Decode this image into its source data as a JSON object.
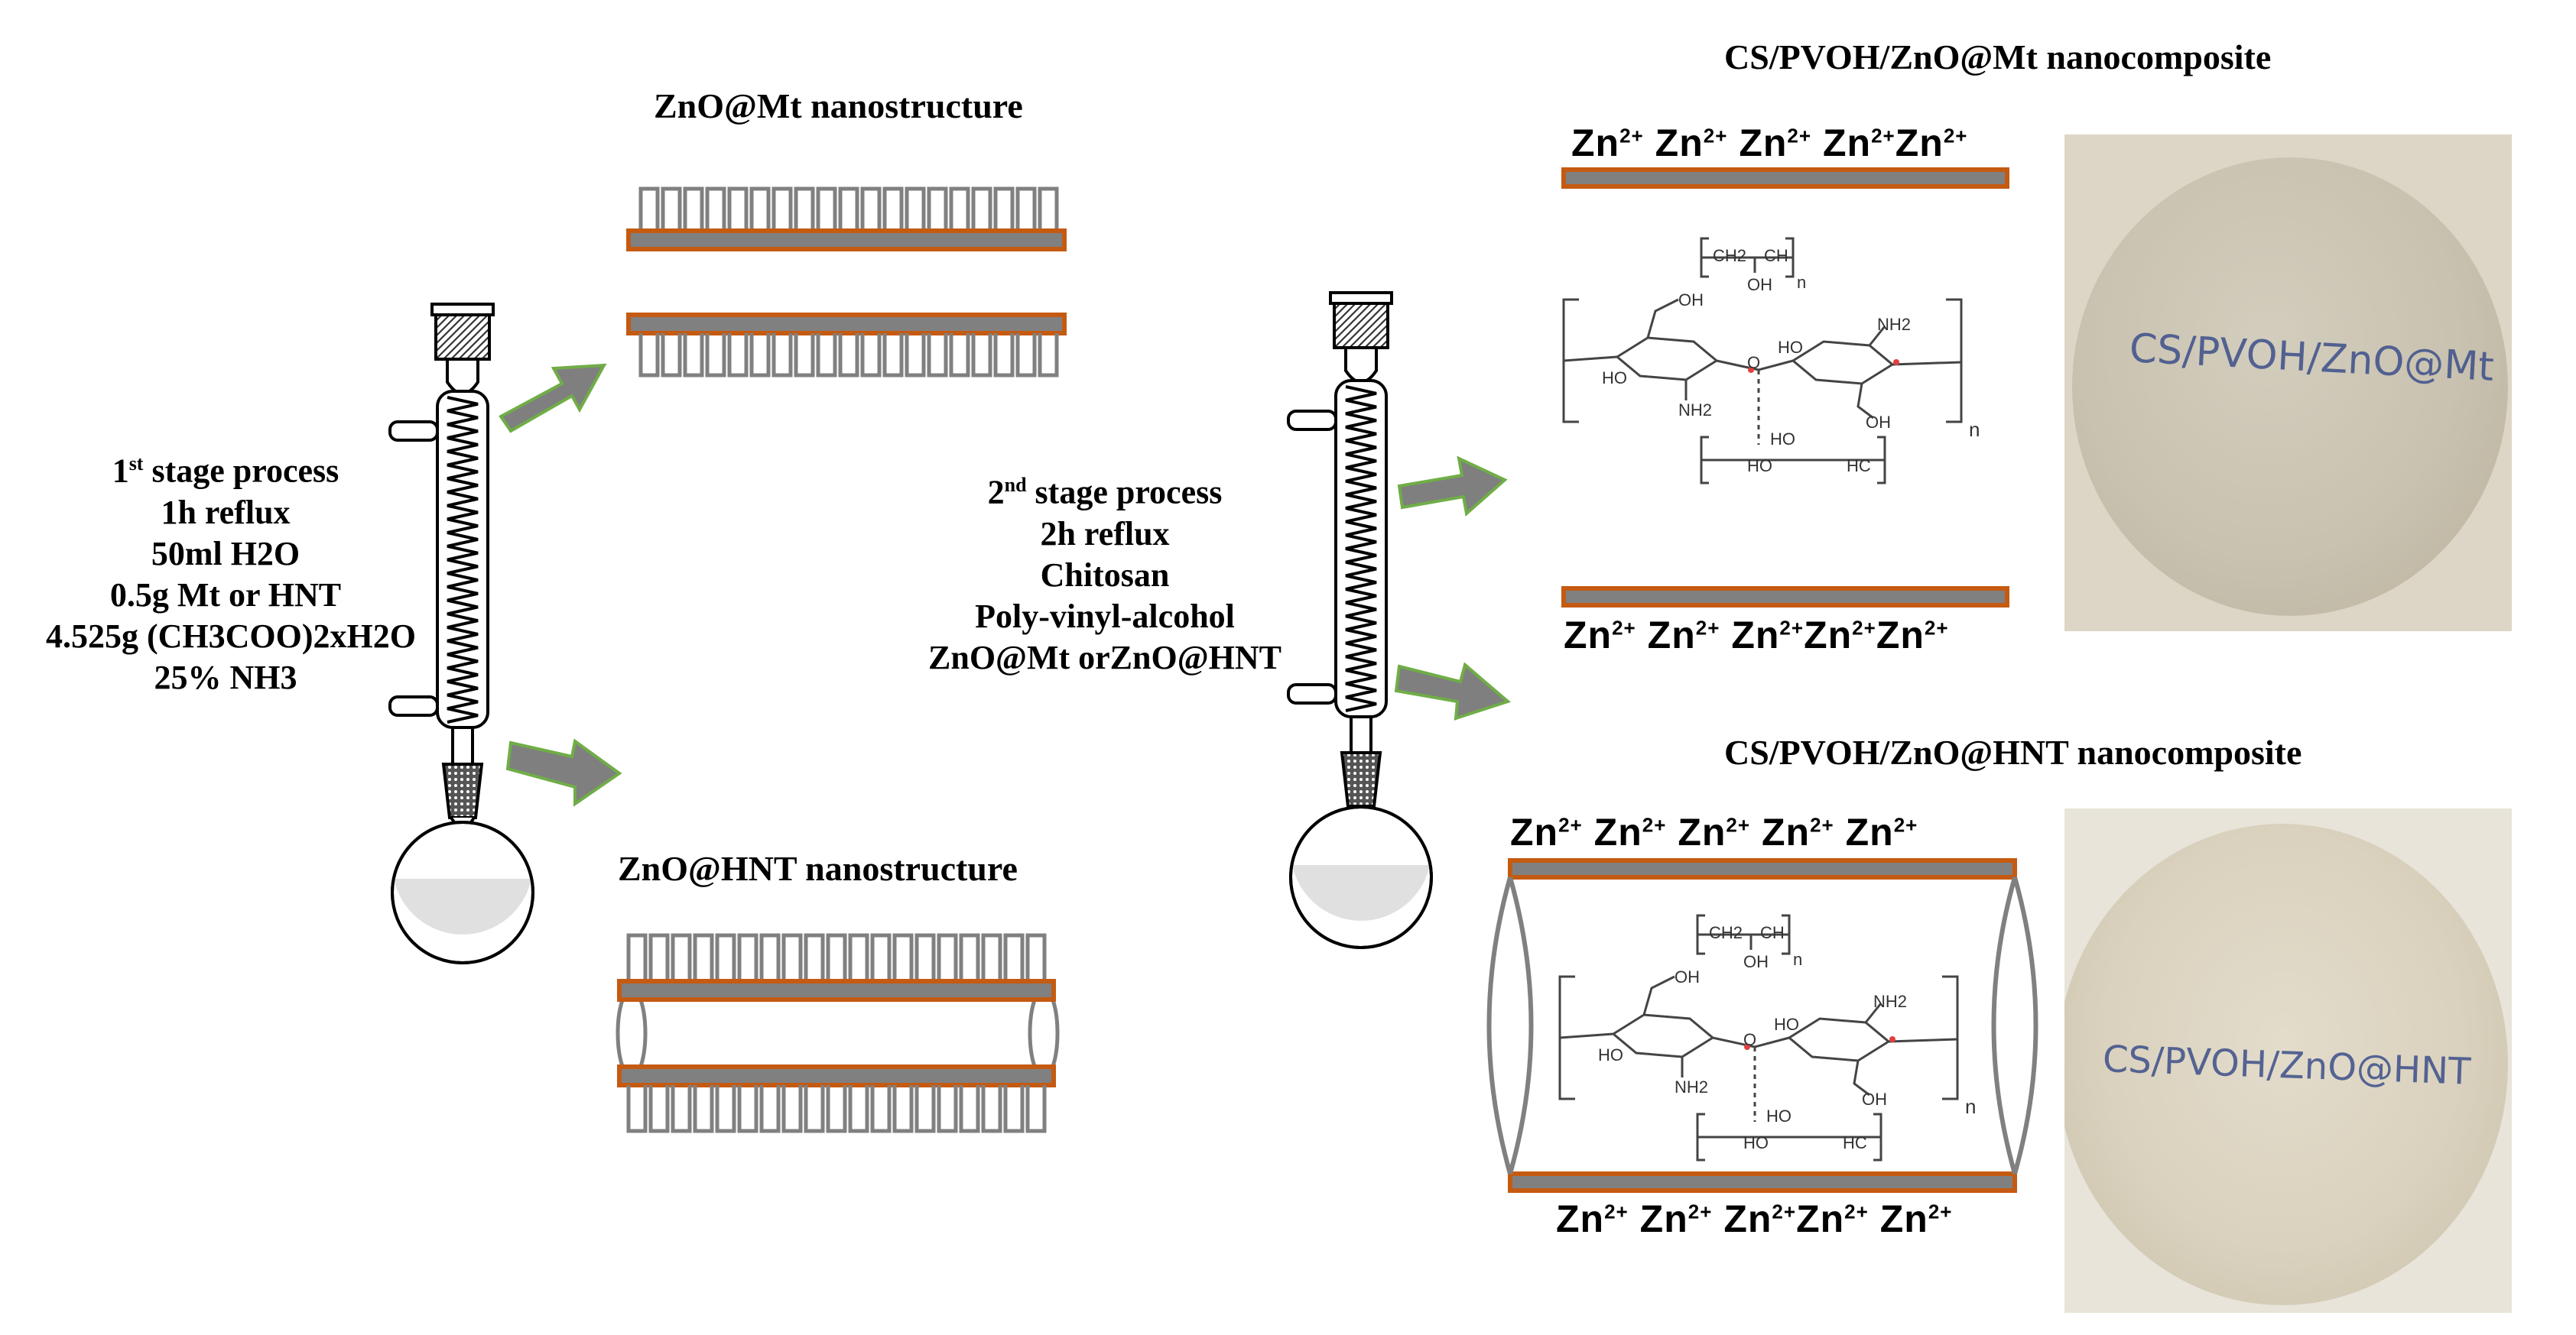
{
  "titles": {
    "mt_nano": "ZnO@Mt nanostructure",
    "hnt_nano": "ZnO@HNT nanostructure",
    "mt_composite": "CS/PVOH/ZnO@Mt nanocomposite",
    "hnt_composite": "CS/PVOH/ZnO@HNT nanocomposite"
  },
  "stage1": {
    "head_sup": "st",
    "head_num": "1",
    "head_rest": " stage process",
    "lines": [
      "1h reflux",
      "50ml H2O",
      "0.5g Mt or HNT",
      "4.525g (CH3COO)2xH2O",
      "25% NH3"
    ]
  },
  "stage2": {
    "head_sup": "nd",
    "head_num": "2",
    "head_rest": " stage process",
    "lines": [
      "2h reflux",
      "Chitosan",
      "Poly-vinyl-alcohol",
      "ZnO@Mt orZnO@HNT"
    ]
  },
  "ion": {
    "symbol": "Zn",
    "charge": "2+"
  },
  "chem": {
    "ch2": "CH2",
    "ch": "CH",
    "oh": "OH",
    "n": "n",
    "nh2": "NH2",
    "ho": "HO",
    "o": "O",
    "hc": "HC"
  },
  "photo_labels": {
    "mt": "CS/PVOH/ZnO@Mt",
    "hnt": "CS/PVOH/ZnO@HNT"
  },
  "colors": {
    "layer_orange": "#c55a11",
    "layer_grey": "#808080",
    "arrow_grey": "#7f7f7f",
    "arrow_green": "#70ad47"
  }
}
